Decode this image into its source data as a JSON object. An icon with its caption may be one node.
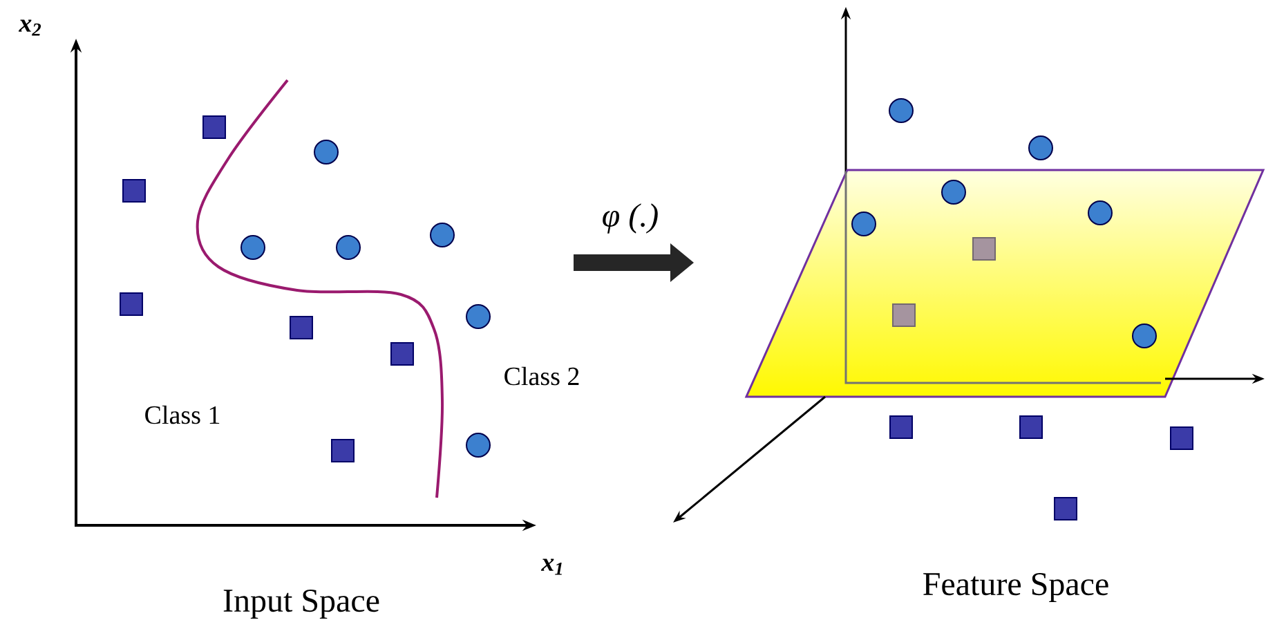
{
  "diagram": {
    "labels": [
      "x$_{2}$",
      "φ (.)",
      "Class 2",
      "Class 1",
      "x$_{1}$",
      "Input Space",
      "Feature Space"
    ]
  }
}
